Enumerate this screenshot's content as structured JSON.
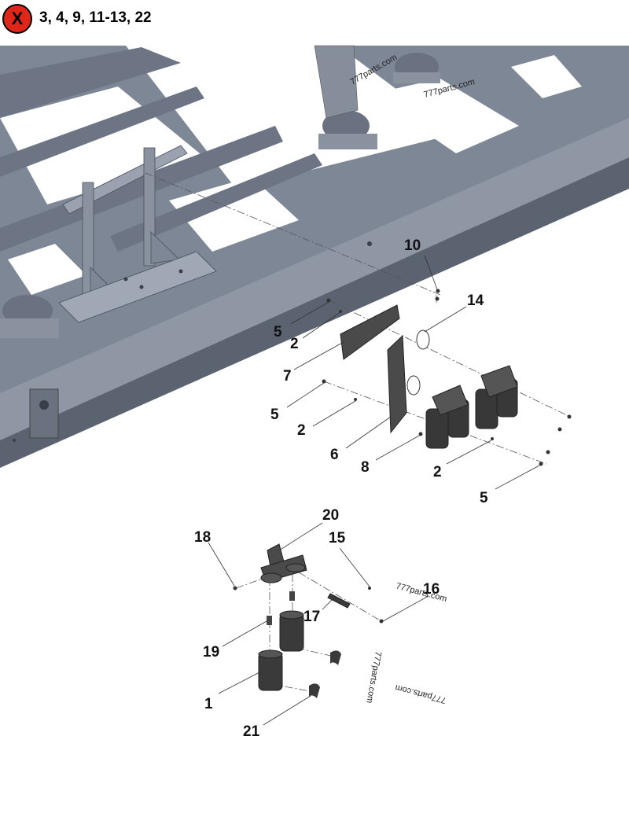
{
  "header": {
    "badge_symbol": "X",
    "excluded_items": "3, 4, 9, 11-13, 22"
  },
  "callouts": {
    "c10": "10",
    "c14": "14",
    "c5a": "5",
    "c2a": "2",
    "c7": "7",
    "c5b": "5",
    "c2b": "2",
    "c6": "6",
    "c8": "8",
    "c2c": "2",
    "c5c": "5",
    "c20": "20",
    "c18": "18",
    "c15": "15",
    "c16": "16",
    "c17": "17",
    "c19": "19",
    "c1": "1",
    "c21": "21"
  },
  "watermarks": {
    "w1": "777parts.com",
    "w2": "777parts.com",
    "w3": "777parts.com",
    "w4": "777parts.com",
    "w5": "777parts.com"
  },
  "colors": {
    "frame": "#7e8796",
    "frame_dark": "#5b6270",
    "frame_light": "#9aa2b0",
    "part_dark": "#3a3a3a",
    "badge": "#e0261b"
  }
}
